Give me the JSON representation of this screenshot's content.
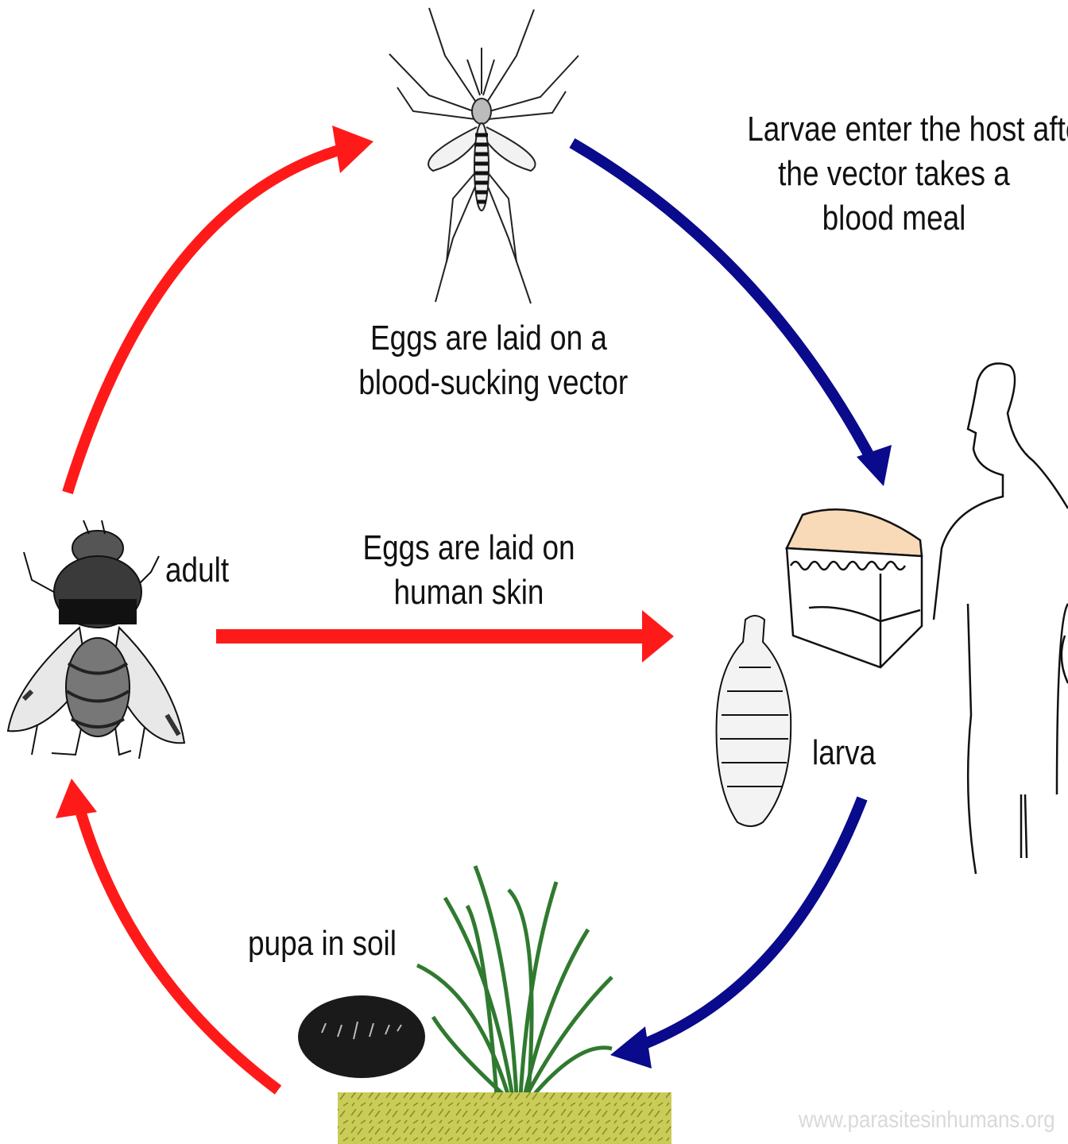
{
  "labels": {
    "vector_transfer": [
      "Larvae enter the host after",
      "the vector takes a",
      "blood meal"
    ],
    "eggs_on_vector": [
      "Eggs are laid on a",
      "blood-sucking vector"
    ],
    "eggs_on_skin": [
      "Eggs are laid on",
      "human skin"
    ],
    "adult": "adult",
    "larva": "larva",
    "pupa": "pupa in soil"
  },
  "watermark": "www.parasitesinhumans.org",
  "colors": {
    "arrow_red": "#ff1a1a",
    "arrow_blue": "#0a0a8c",
    "skin": "#f8d9b8",
    "soil": "#c9cc57",
    "plant": "#2f7a2f",
    "pupa": "#1a1a1a"
  },
  "icons": [
    "mosquito-icon",
    "botfly-icon",
    "human-outline-icon",
    "skin-section-icon",
    "larva-icon",
    "pupa-icon",
    "grass-icon",
    "soil-icon"
  ]
}
